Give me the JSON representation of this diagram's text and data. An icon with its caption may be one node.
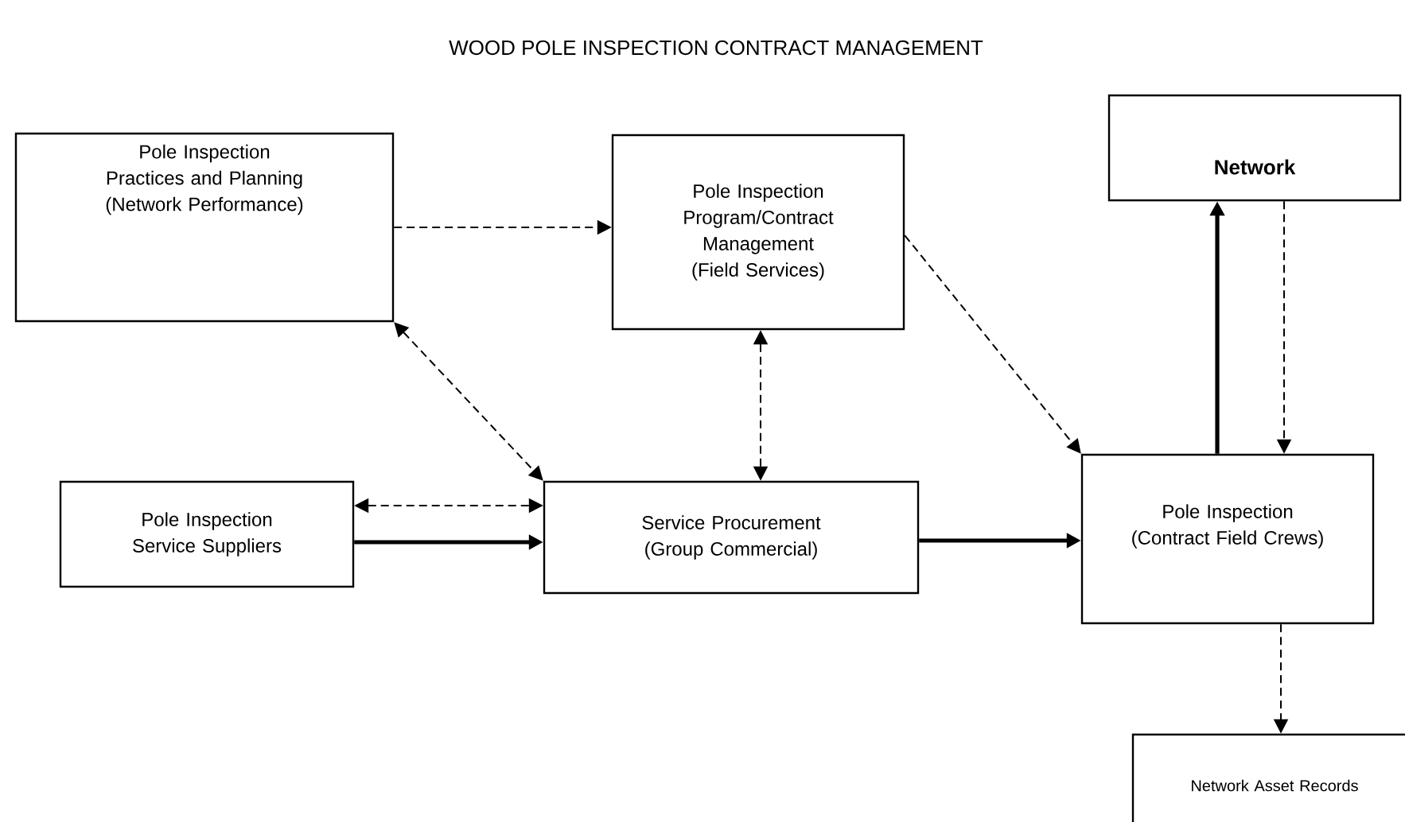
{
  "diagram": {
    "title": "WOOD POLE INSPECTION CONTRACT MANAGEMENT",
    "nodes": [
      {
        "text": [
          "Pole Inspection Practices and Planning (Network Performance)"
        ]
      },
      {
        "text": [
          "Pole Inspection Program/Contract Management (Field Services)"
        ]
      },
      {
        "text": [
          "**Network**"
        ]
      },
      {
        "text": [
          "Pole Inspection Service Suppliers"
        ]
      },
      {
        "text": [
          "Service Procurement (Group Commercial)"
        ]
      },
      {
        "text": [
          "Pole Inspection (Contract Field Crews)"
        ]
      },
      {
        "text": [
          "Network Asset Records"
        ]
      }
    ],
    "edges": [
      {
        "from": 0,
        "to": 1,
        "arrow": "to",
        "style": "dashed"
      },
      {
        "from": 0,
        "to": 4,
        "arrow": "both",
        "style": "dashed"
      },
      {
        "from": 1,
        "to": 4,
        "arrow": "both",
        "style": "dashed"
      },
      {
        "from": 1,
        "to": 5,
        "arrow": "to",
        "style": "dashed"
      },
      {
        "from": 3,
        "to": 4,
        "arrow": "both",
        "style": "dashed"
      },
      {
        "from": 3,
        "to": 4,
        "arrow": "to",
        "style": "thick"
      },
      {
        "from": 4,
        "to": 5,
        "arrow": "to",
        "style": "thick"
      },
      {
        "from": 5,
        "to": 2,
        "arrow": "to",
        "style": "thick"
      },
      {
        "from": 2,
        "to": 5,
        "arrow": "to",
        "style": "dashed"
      },
      {
        "from": 5,
        "to": 6,
        "arrow": "to",
        "style": "dashed"
      }
    ]
  }
}
